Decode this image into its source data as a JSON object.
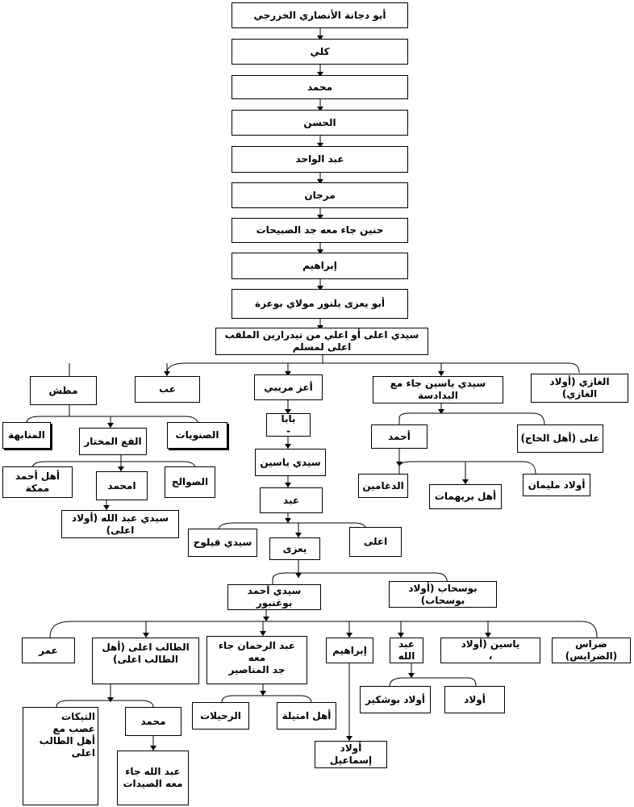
{
  "nodes": [
    {
      "id": "n1",
      "text": "أبو دجانة الأنصاري الخزرجي"
    },
    {
      "id": "n2",
      "text": "كلي"
    },
    {
      "id": "n3",
      "text": "محمد"
    },
    {
      "id": "n4",
      "text": "الحسن"
    },
    {
      "id": "n5",
      "text": "عبد الواحد"
    },
    {
      "id": "n6",
      "text": "مرجان"
    },
    {
      "id": "n7",
      "text": "حنين جاء معه جد الصبيحات"
    },
    {
      "id": "n8",
      "text": "إبراهيم"
    },
    {
      "id": "n9",
      "text": "أبو يعزى يلنور مولاي بوعزة"
    },
    {
      "id": "n10",
      "text": "سيدي اعلى أو اعلي من تيدرارين الملقب اعلى لمسلم"
    },
    {
      "id": "n11",
      "text": "الغازي (أولاد الغازي)"
    },
    {
      "id": "n12",
      "text": "سيدي ياسين جاء مع البدادسة"
    },
    {
      "id": "n13",
      "text": "أعز مريبي"
    },
    {
      "id": "n14",
      "text": "عب"
    },
    {
      "id": "n15",
      "text": "مطش"
    },
    {
      "id": "n16",
      "text": "على (أهل الحاج)"
    },
    {
      "id": "n17",
      "text": "أحمد"
    },
    {
      "id": "n18",
      "text": "أولاد مليمان"
    },
    {
      "id": "n19",
      "text": "أهل بريهمات"
    },
    {
      "id": "n20",
      "text": "الدغامين"
    },
    {
      "id": "n21",
      "text": "بابا\n-"
    },
    {
      "id": "n22",
      "text": "سيدي ياسين"
    },
    {
      "id": "n23",
      "text": "عبد"
    },
    {
      "id": "n24",
      "text": "اعلى"
    },
    {
      "id": "n25",
      "text": "يعزى"
    },
    {
      "id": "n26",
      "text": "سيدي قيلوح"
    },
    {
      "id": "n27",
      "text": "المنابهة"
    },
    {
      "id": "n28",
      "text": "الفع المختار"
    },
    {
      "id": "n29",
      "text": "الصنويات"
    },
    {
      "id": "n30",
      "text": "أهل أحمد ممكة"
    },
    {
      "id": "n31",
      "text": "امحمد"
    },
    {
      "id": "n32",
      "text": "الصوالح"
    },
    {
      "id": "n33",
      "text": "سيدي عبد الله (أولاد اعلى)"
    },
    {
      "id": "n34",
      "text": "بوسحاب (أولاد بوسحاب)"
    },
    {
      "id": "n35",
      "text": "سيدي أحمد بوغنبور"
    },
    {
      "id": "n36",
      "text": "ضراس (الضرايس)"
    },
    {
      "id": "n37",
      "text": "ياسين (أولاد\n،"
    },
    {
      "id": "n38",
      "text": "عبد الله"
    },
    {
      "id": "n39",
      "text": "إبراهيم"
    },
    {
      "id": "n40",
      "text": "عبد الرحمان جاء معه\nجد المناصير"
    },
    {
      "id": "n41",
      "text": "الطالب اعلى (أهل\nالطالب اعلى)"
    },
    {
      "id": "n42",
      "text": "عمر"
    },
    {
      "id": "n43",
      "text": "أولاد"
    },
    {
      "id": "n44",
      "text": "أولاد بوشكير"
    },
    {
      "id": "n45",
      "text": "أولاد إسماعيل"
    },
    {
      "id": "n46",
      "text": "أهل امتيلة"
    },
    {
      "id": "n47",
      "text": "الرحيلات"
    },
    {
      "id": "n48",
      "text": "التيكات\nعصب مع\nأهل الطالب\nاعلى"
    },
    {
      "id": "n49",
      "text": "محمد"
    },
    {
      "id": "n50",
      "text": "عبد الله جاء\nمعه الصيدات"
    }
  ]
}
